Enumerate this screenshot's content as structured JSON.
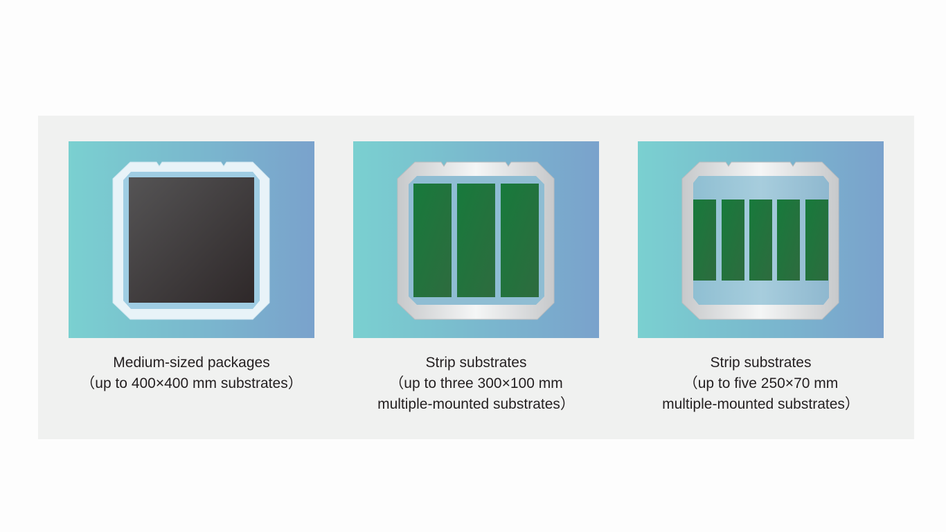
{
  "colors": {
    "background": "#fdfdfd",
    "panel": "#f0f1f0",
    "gradient_left": "#7ad0d0",
    "gradient_right": "#7aa2cc",
    "substrate_dark": "#3a3637",
    "substrate_green": "#1b7a3e",
    "text": "#231f20"
  },
  "cards": [
    {
      "icon": "medium-package-substrate-icon",
      "caption_line1": "Medium-sized packages",
      "caption_line2": "（up to 400×400 mm substrates）",
      "caption_line3": ""
    },
    {
      "icon": "three-strip-substrates-icon",
      "caption_line1": "Strip substrates",
      "caption_line2": "（up to three 300×100 mm",
      "caption_line3": "multiple-mounted substrates）"
    },
    {
      "icon": "five-strip-substrates-icon",
      "caption_line1": "Strip substrates",
      "caption_line2": "（up to five 250×70 mm",
      "caption_line3": "multiple-mounted substrates）"
    }
  ]
}
